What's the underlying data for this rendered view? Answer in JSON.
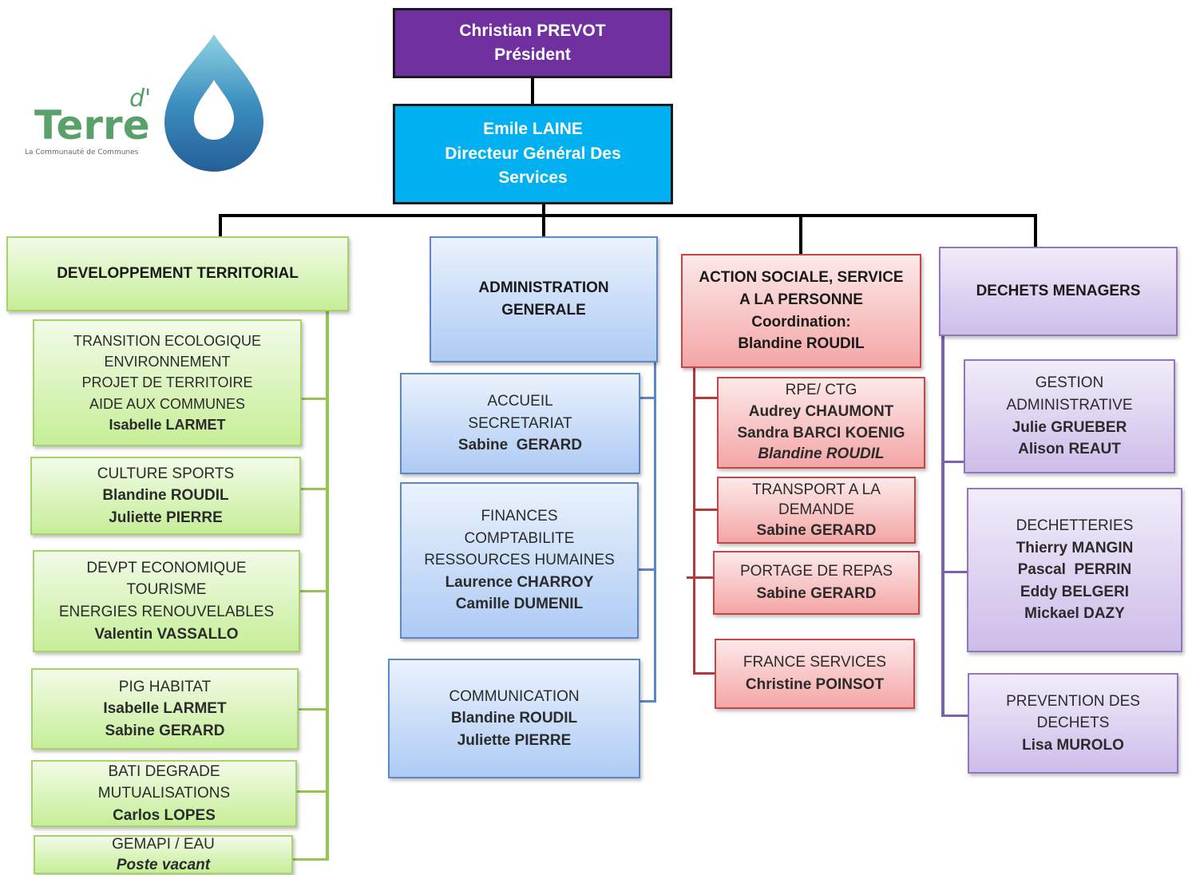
{
  "logo": {
    "name_prefix": "d'",
    "name": "Terre",
    "tagline": "La Communauté de Communes"
  },
  "president": {
    "name": "Christian PREVOT",
    "title": "Président"
  },
  "director": {
    "name": "Emile LAINE",
    "title_line1": "Directeur Général Des",
    "title_line2": "Services"
  },
  "departments": {
    "dev": {
      "title": "DEVELOPPEMENT TERRITORIAL",
      "units": [
        {
          "lines": [
            "TRANSITION ECOLOGIQUE",
            "ENVIRONNEMENT",
            "PROJET DE TERRITOIRE",
            "AIDE AUX COMMUNES"
          ],
          "people": [
            "Isabelle LARMET"
          ]
        },
        {
          "lines": [
            "CULTURE SPORTS"
          ],
          "people": [
            "Blandine ROUDIL",
            "Juliette PIERRE"
          ]
        },
        {
          "lines": [
            "DEVPT ECONOMIQUE",
            "TOURISME",
            "ENERGIES RENOUVELABLES"
          ],
          "people": [
            "Valentin VASSALLO"
          ]
        },
        {
          "lines": [
            "PIG HABITAT"
          ],
          "people": [
            "Isabelle LARMET",
            "Sabine GERARD"
          ]
        },
        {
          "lines": [
            "BATI DEGRADE",
            "MUTUALISATIONS"
          ],
          "people": [
            "Carlos LOPES"
          ]
        },
        {
          "lines": [
            "GEMAPI / EAU"
          ],
          "vacant": "Poste vacant"
        }
      ]
    },
    "admin": {
      "title_line1": "ADMINISTRATION",
      "title_line2": "GENERALE",
      "units": [
        {
          "lines": [
            "ACCUEIL",
            "SECRETARIAT"
          ],
          "people": [
            "Sabine  GERARD"
          ]
        },
        {
          "lines": [
            "FINANCES",
            "COMPTABILITE",
            "RESSOURCES HUMAINES"
          ],
          "people": [
            "Laurence CHARROY",
            "Camille DUMENIL"
          ]
        },
        {
          "lines": [
            "COMMUNICATION"
          ],
          "people": [
            "Blandine ROUDIL",
            "Juliette PIERRE"
          ]
        }
      ]
    },
    "social": {
      "title_line1": "ACTION SOCIALE, SERVICE",
      "title_line2": "A LA PERSONNE",
      "title_line3": "Coordination:",
      "title_line4": "Blandine ROUDIL",
      "units": [
        {
          "lines": [
            "RPE/ CTG"
          ],
          "people": [
            "Audrey CHAUMONT",
            "Sandra BARCI KOENIG"
          ],
          "italic": "Blandine ROUDIL"
        },
        {
          "lines": [
            "TRANSPORT A LA",
            "DEMANDE"
          ],
          "people": [
            "Sabine GERARD"
          ]
        },
        {
          "lines": [
            "PORTAGE DE REPAS"
          ],
          "people": [
            "Sabine GERARD"
          ]
        },
        {
          "lines": [
            "FRANCE SERVICES"
          ],
          "people": [
            "Christine POINSOT"
          ]
        }
      ]
    },
    "waste": {
      "title": "DECHETS MENAGERS",
      "units": [
        {
          "lines": [
            "GESTION",
            "ADMINISTRATIVE"
          ],
          "people": [
            "Julie GRUEBER",
            "Alison REAUT"
          ]
        },
        {
          "lines": [
            "DECHETTERIES"
          ],
          "people": [
            "Thierry MANGIN",
            "Pascal  PERRIN",
            "Eddy BELGERI",
            "Mickael DAZY"
          ]
        },
        {
          "lines": [
            "PREVENTION DES",
            "DECHETS"
          ],
          "people": [
            "Lisa MUROLO"
          ]
        }
      ]
    }
  },
  "colors": {
    "president": "#7030a0",
    "director": "#00b0f0",
    "green": "#c6ee98",
    "blue": "#aecbf4",
    "red": "#f4a6a6",
    "purple": "#cdbde9"
  }
}
